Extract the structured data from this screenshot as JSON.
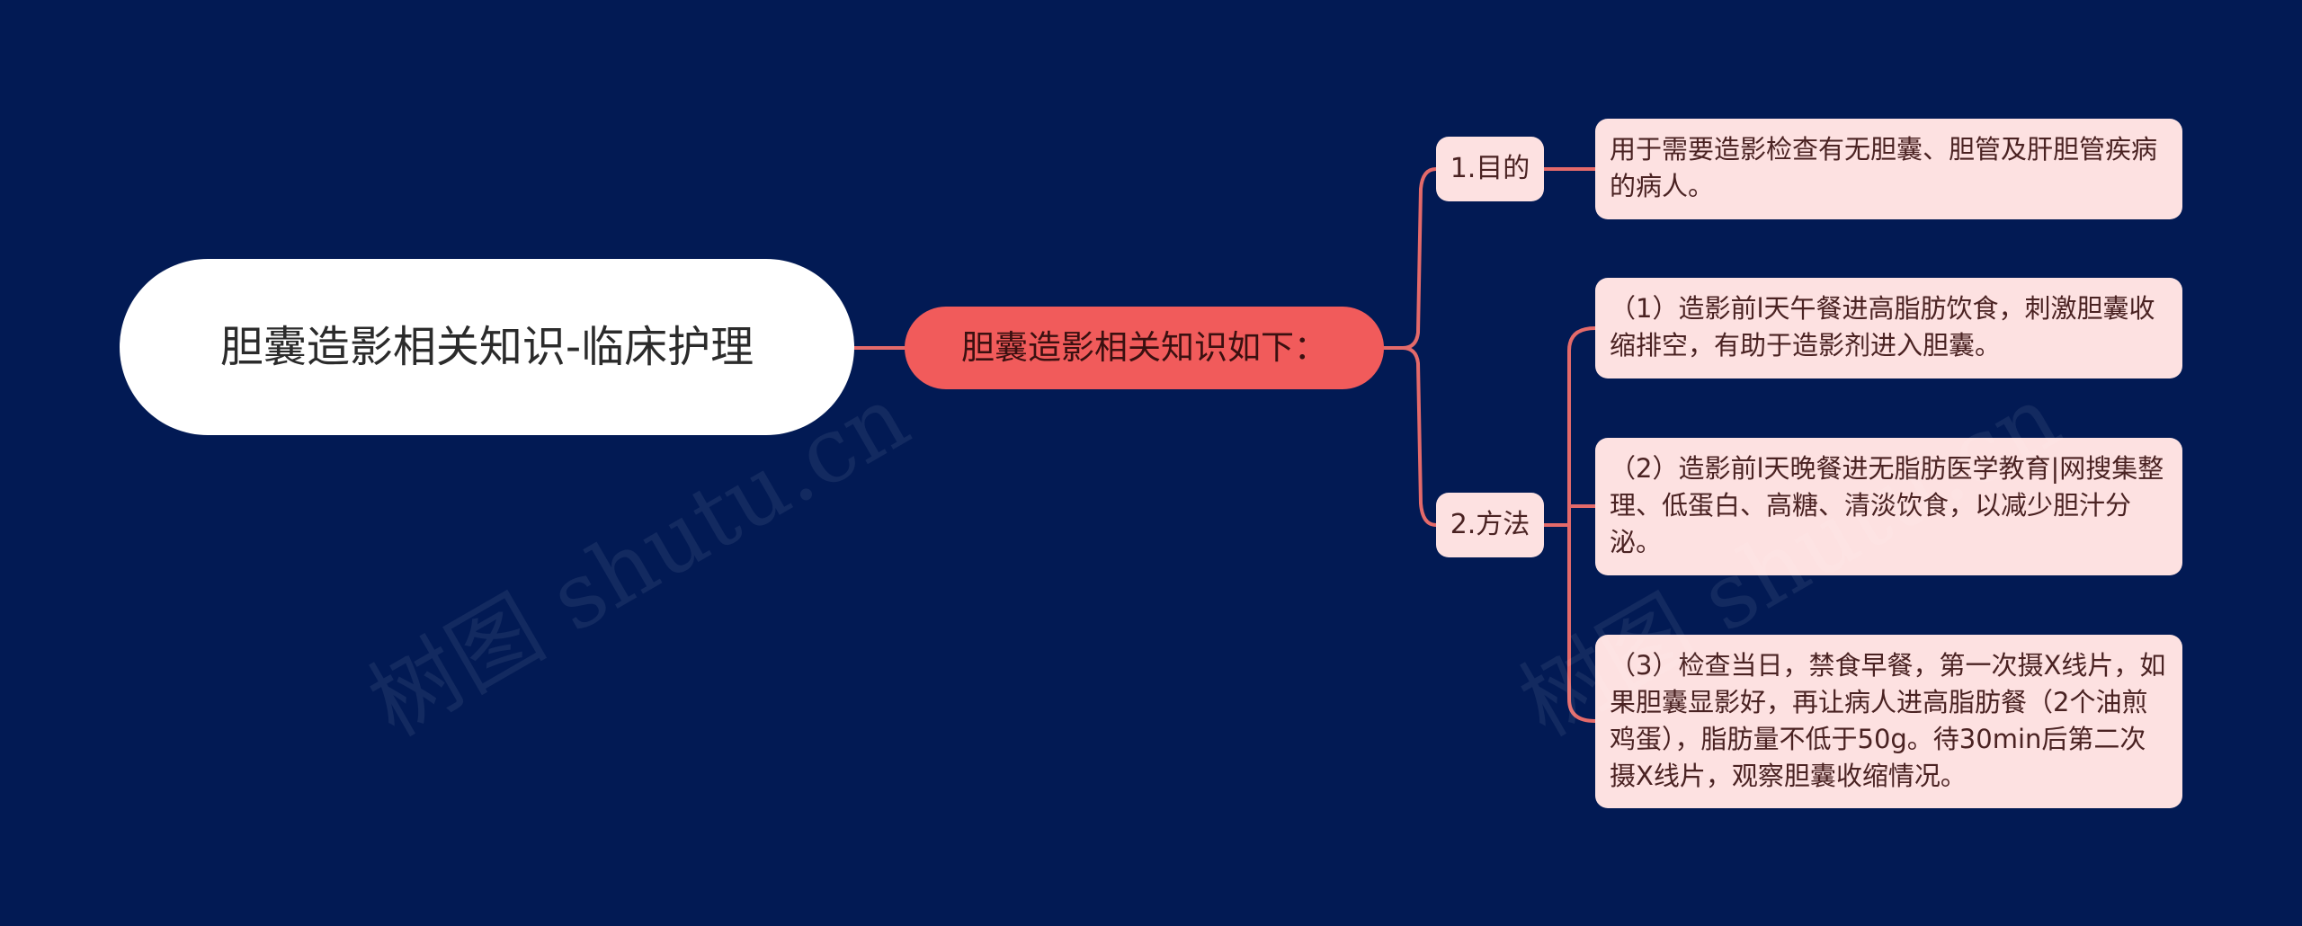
{
  "mindmap": {
    "root": {
      "label": "胆囊造影相关知识-临床护理"
    },
    "main_branch": {
      "label": "胆囊造影相关知识如下："
    },
    "branches": [
      {
        "label": "1.目的",
        "leaves": [
          "用于需要造影检查有无胆囊、胆管及肝胆管疾病的病人。"
        ]
      },
      {
        "label": "2.方法",
        "leaves": [
          "（1）造影前l天午餐进高脂肪饮食，刺激胆囊收缩排空，有助于造影剂进入胆囊。",
          "（2）造影前l天晚餐进无脂肪医学教育|网搜集整理、低蛋白、高糖、清淡饮食，以减少胆汁分泌。",
          "（3）检查当日，禁食早餐，第一次摄X线片，如果胆囊显影好，再让病人进高脂肪餐（2个油煎鸡蛋），脂肪量不低于50g。待30min后第二次摄X线片，观察胆囊收缩情况。"
        ]
      }
    ]
  },
  "watermark": {
    "text": "树图 shutu.cn"
  },
  "colors": {
    "background": "#021a54",
    "root_fill": "#ffffff",
    "main_branch_fill": "#f15b5b",
    "sub_node_fill": "#fde1e1",
    "connector": "#e46a6a"
  }
}
